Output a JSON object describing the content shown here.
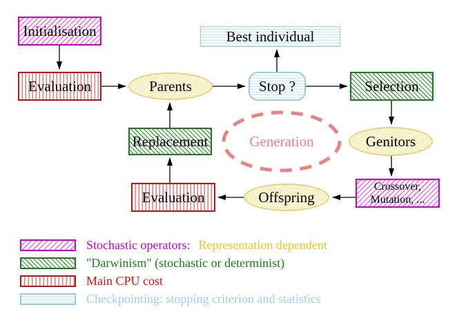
{
  "diagram": {
    "nodes": {
      "initialisation": {
        "label": "Initialisation",
        "style": "magenta-diagonal-hatch"
      },
      "evaluation_top": {
        "label": "Evaluation",
        "style": "red-vertical-hatch"
      },
      "parents": {
        "label": "Parents",
        "style": "yellow-ellipse"
      },
      "best_individual": {
        "label": "Best individual",
        "style": "cyan-horizontal-hatch"
      },
      "stop": {
        "label": "Stop ?",
        "style": "cyan-horizontal-hatch-rounded"
      },
      "selection": {
        "label": "Selection",
        "style": "green-diagonal-hatch"
      },
      "replacement": {
        "label": "Replacement",
        "style": "green-diagonal-hatch"
      },
      "generation": {
        "label": "Generation",
        "style": "coral-dashed-ellipse"
      },
      "genitors": {
        "label": "Genitors",
        "style": "yellow-ellipse"
      },
      "evaluation_bottom": {
        "label": "Evaluation",
        "style": "red-vertical-hatch"
      },
      "crossover": {
        "label_line1": "Crossover,",
        "label_line2": "Mutation, ...",
        "style": "magenta-diagonal-hatch"
      },
      "offspring": {
        "label": "Offspring",
        "style": "yellow-ellipse"
      }
    },
    "edges": [
      {
        "from": "initialisation",
        "to": "evaluation_top"
      },
      {
        "from": "evaluation_top",
        "to": "parents"
      },
      {
        "from": "parents",
        "to": "stop"
      },
      {
        "from": "stop",
        "to": "best_individual"
      },
      {
        "from": "stop",
        "to": "selection"
      },
      {
        "from": "selection",
        "to": "genitors"
      },
      {
        "from": "genitors",
        "to": "crossover"
      },
      {
        "from": "crossover",
        "to": "offspring"
      },
      {
        "from": "offspring",
        "to": "evaluation_bottom"
      },
      {
        "from": "evaluation_bottom",
        "to": "replacement"
      },
      {
        "from": "replacement",
        "to": "parents"
      }
    ],
    "colors": {
      "magenta": "#c800c8",
      "red": "#b51616",
      "green": "#1c7a1c",
      "cyan": "#9cc9de",
      "yellow": "#e3d37f",
      "coral": "#e98383",
      "gold": "#eec428",
      "black": "#000000"
    }
  },
  "legend": {
    "items": [
      {
        "swatch": "magenta-diagonal-hatch",
        "text": "Stochastic operators:",
        "text2": "Representation dependent"
      },
      {
        "swatch": "green-diagonal-hatch",
        "text": "\"Darwinism\" (stochastic or determinist)"
      },
      {
        "swatch": "red-vertical-hatch",
        "text": "Main CPU cost"
      },
      {
        "swatch": "cyan-horizontal-hatch",
        "text": "Checkpointing: stopping criterion and statistics"
      }
    ]
  }
}
